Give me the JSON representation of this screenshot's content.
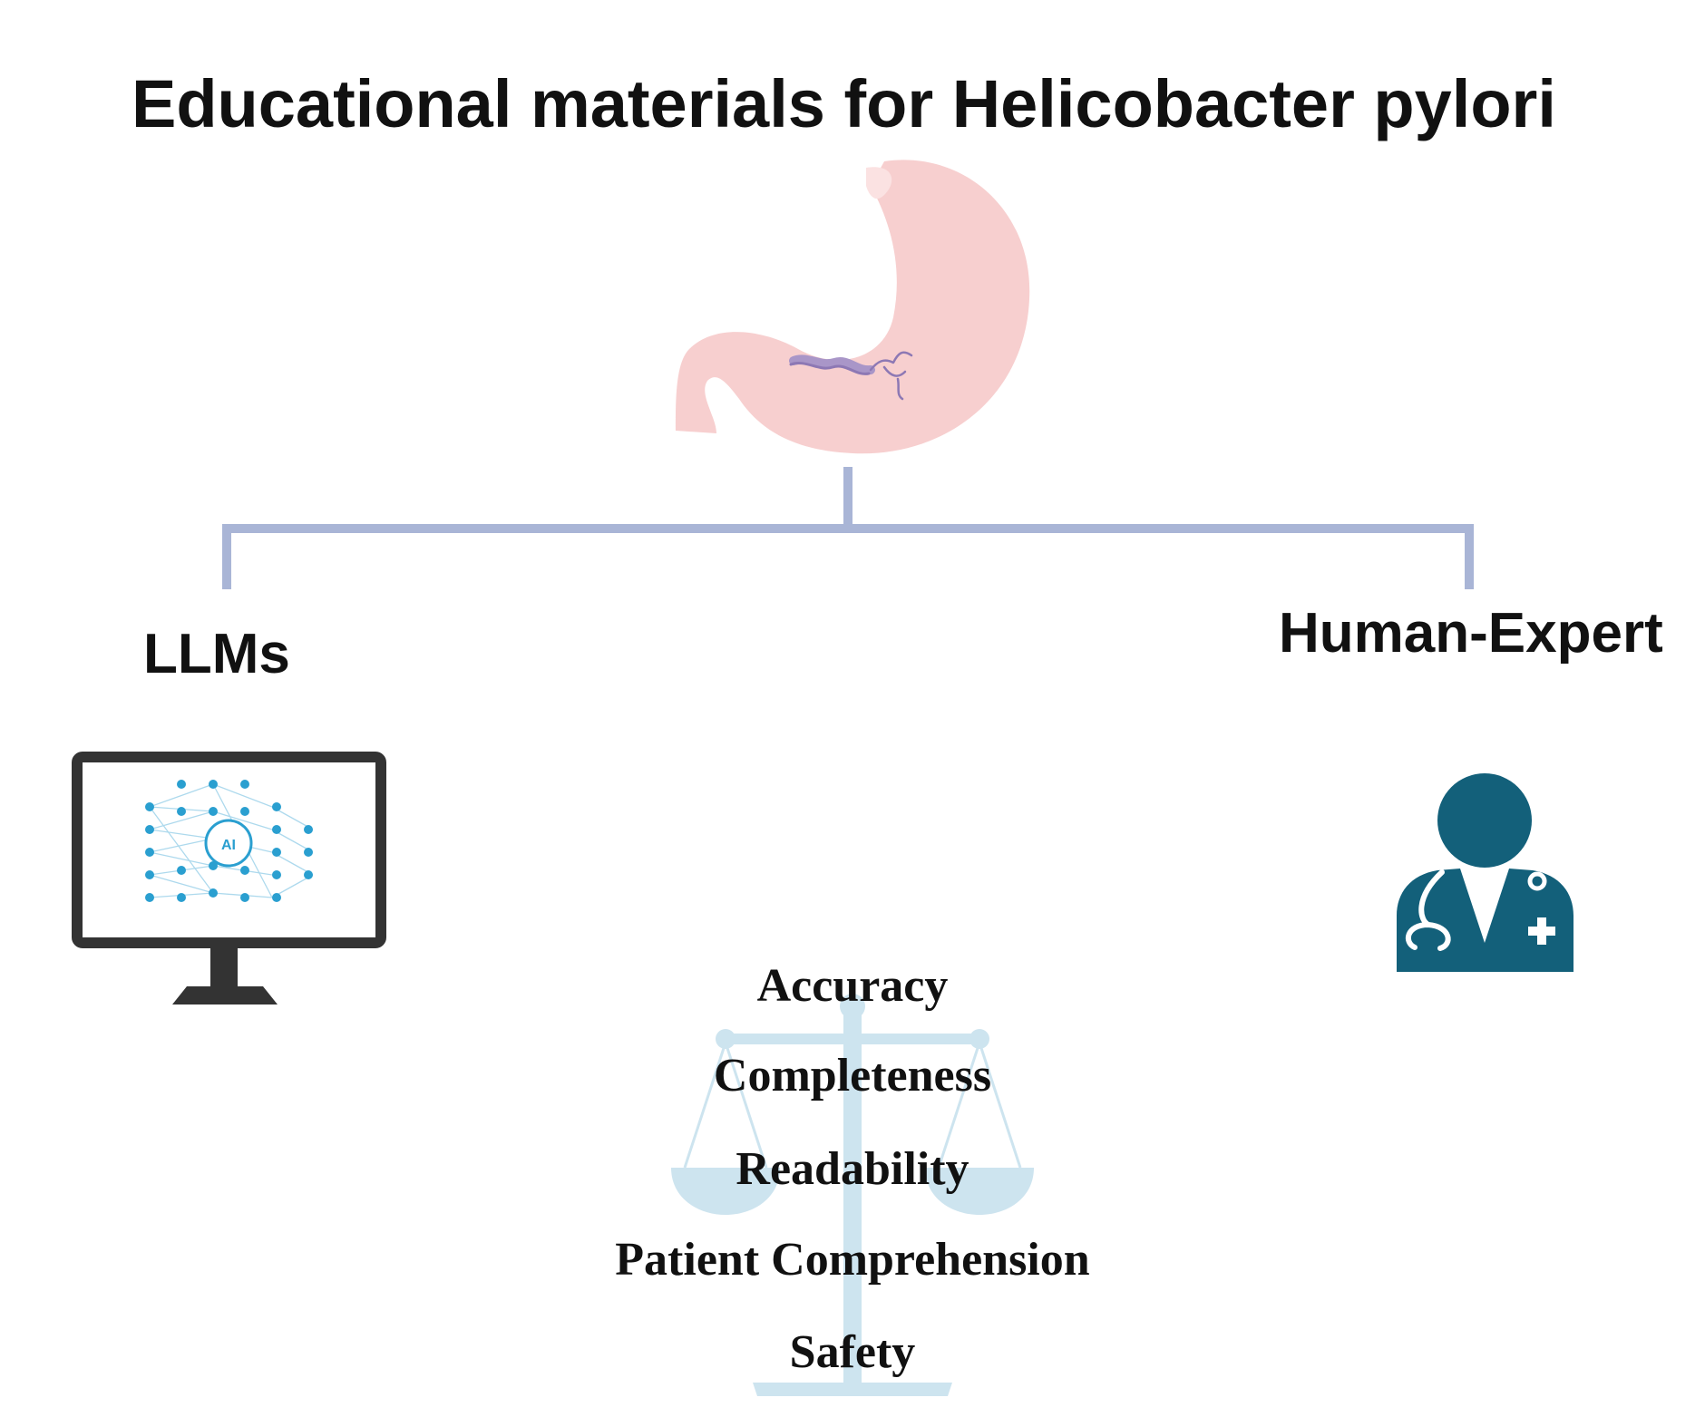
{
  "title": "Educational materials for Helicobacter pylori",
  "branches": {
    "left": {
      "label": "LLMs",
      "icon": "ai-monitor-icon"
    },
    "right": {
      "label": "Human-Expert",
      "icon": "doctor-icon"
    }
  },
  "center_icon": "stomach-with-bacteria-icon",
  "criteria_icon": "balance-scale-icon",
  "criteria": [
    "Accuracy",
    "Completeness",
    "Readability",
    "Patient Comprehension",
    "Safety"
  ],
  "colors": {
    "connector": "#a9b5d6",
    "stomach": "#f7cfcf",
    "bacteria": "#8d78b4",
    "monitor": "#333333",
    "network": "#2a9fd0",
    "doctor": "#13607a",
    "scale": "#cde4ef"
  }
}
